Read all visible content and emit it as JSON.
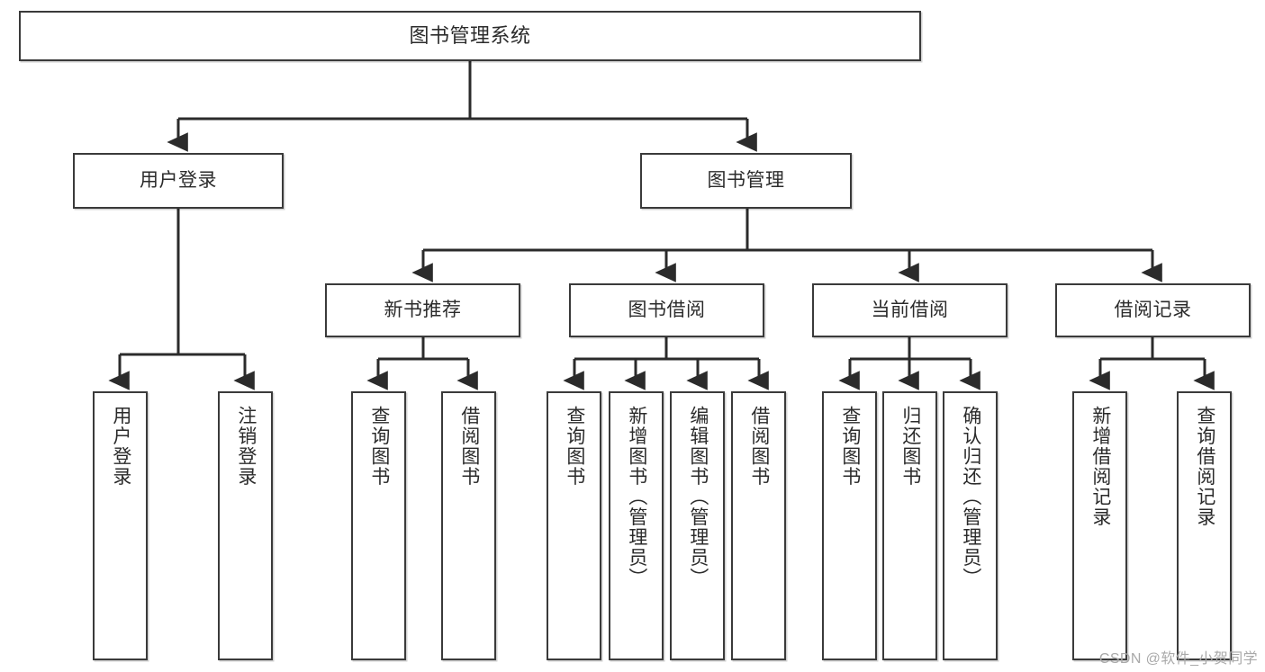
{
  "diagram": {
    "title": "图书管理系统",
    "type": "hierarchy-tree",
    "orientation": "top-down",
    "colors": {
      "box_border": "#3a3a3a",
      "box_fill": "#ffffff",
      "edge": "#2b2b2b",
      "text": "#2b2b2b",
      "watermark": "#a9a9a9"
    },
    "root": {
      "label": "图书管理系统"
    },
    "level2": [
      {
        "label": "用户登录"
      },
      {
        "label": "图书管理"
      }
    ],
    "level3": [
      {
        "label": "新书推荐"
      },
      {
        "label": "图书借阅"
      },
      {
        "label": "当前借阅"
      },
      {
        "label": "借阅记录"
      }
    ],
    "leaves": [
      {
        "label": "用户登录",
        "parent": "用户登录"
      },
      {
        "label": "注销登录",
        "parent": "用户登录"
      },
      {
        "label": "查询图书",
        "parent": "新书推荐"
      },
      {
        "label": "借阅图书",
        "parent": "新书推荐"
      },
      {
        "label": "查询图书",
        "parent": "图书借阅"
      },
      {
        "label": "新增图书（管理员）",
        "parent": "图书借阅"
      },
      {
        "label": "编辑图书（管理员）",
        "parent": "图书借阅"
      },
      {
        "label": "借阅图书",
        "parent": "图书借阅"
      },
      {
        "label": "查询图书",
        "parent": "当前借阅"
      },
      {
        "label": "归还图书",
        "parent": "当前借阅"
      },
      {
        "label": "确认归还（管理员）",
        "parent": "当前借阅"
      },
      {
        "label": "新增借阅记录",
        "parent": "借阅记录"
      },
      {
        "label": "查询借阅记录",
        "parent": "借阅记录"
      }
    ]
  },
  "watermark": {
    "text": "CSDN @软件_小贺同学"
  }
}
